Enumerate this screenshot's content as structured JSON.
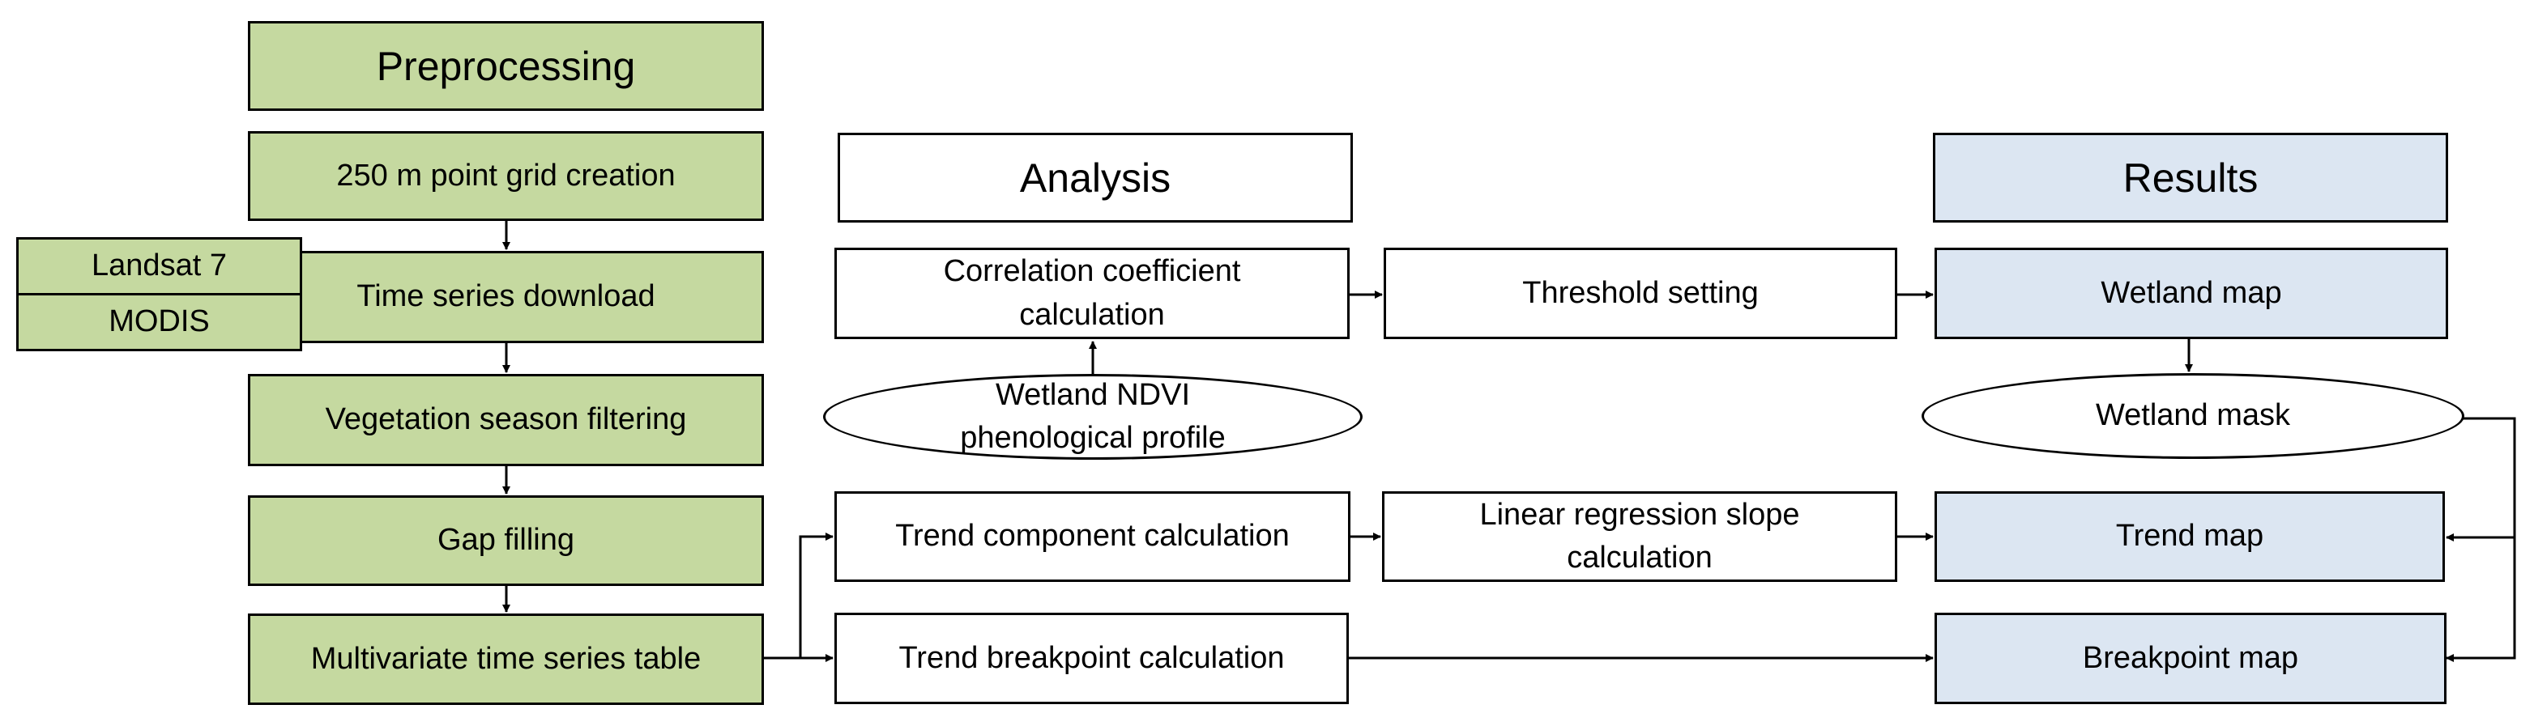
{
  "preprocessing": {
    "header": "Preprocessing",
    "steps": [
      "250 m point grid creation",
      "Time series download",
      "Vegetation season filtering",
      "Gap filling",
      "Multivariate time series table"
    ],
    "sources": [
      "Landsat 7",
      "MODIS"
    ]
  },
  "analysis": {
    "header": "Analysis",
    "correlation": {
      "line1": "Correlation coefficient",
      "line2": "calculation"
    },
    "threshold": "Threshold setting",
    "ndvi_profile": {
      "line1": "Wetland NDVI",
      "line2": "phenological profile"
    },
    "trend_component": "Trend component calculation",
    "regression": {
      "line1": "Linear regression slope",
      "line2": "calculation"
    },
    "breakpoint_calc": "Trend breakpoint calculation"
  },
  "results": {
    "header": "Results",
    "wetland_map": "Wetland map",
    "wetland_mask": "Wetland mask",
    "trend_map": "Trend map",
    "breakpoint_map": "Breakpoint map"
  },
  "colors": {
    "preprocessing_fill": "#c5d9a0",
    "results_fill": "#dce6f2",
    "analysis_fill": "#ffffff",
    "stroke": "#000000"
  }
}
